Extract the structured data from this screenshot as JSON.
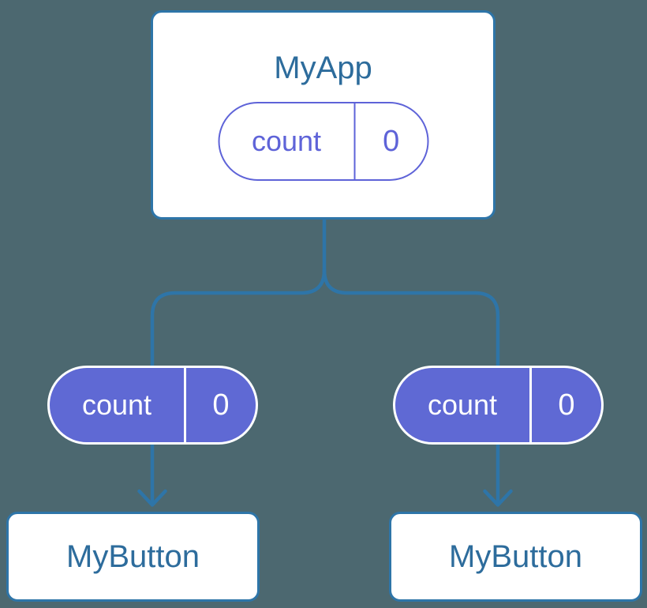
{
  "colors": {
    "bg": "#4c6870",
    "line": "#2e75a8",
    "node-text": "#2d6c9c",
    "purple": "#5e63d8",
    "purple-fill": "#5f69d4"
  },
  "tree": {
    "root": {
      "label": "MyApp",
      "state": {
        "name": "count",
        "value": "0"
      }
    },
    "children": [
      {
        "label": "MyButton",
        "prop": {
          "name": "count",
          "value": "0"
        }
      },
      {
        "label": "MyButton",
        "prop": {
          "name": "count",
          "value": "0"
        }
      }
    ]
  }
}
